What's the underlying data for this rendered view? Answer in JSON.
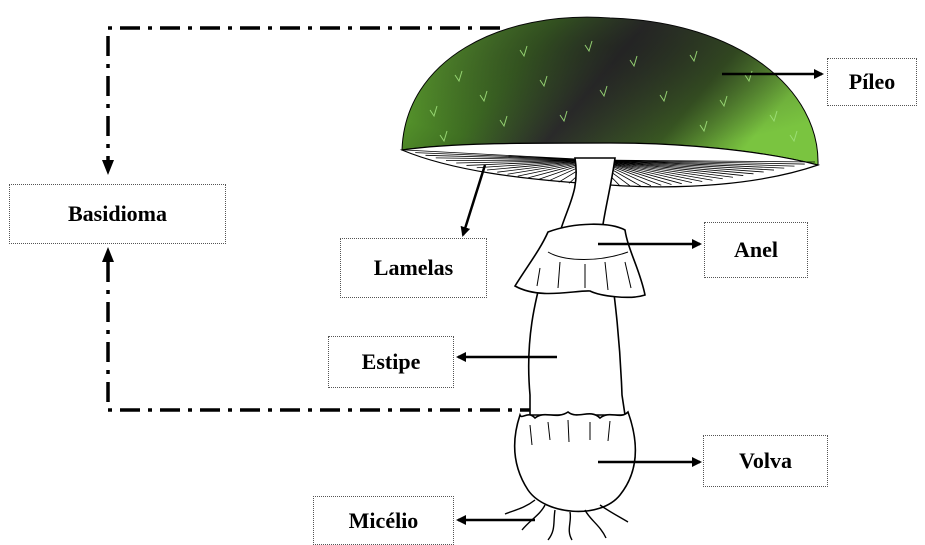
{
  "diagram": {
    "labels": {
      "basidioma": "Basidioma",
      "pileo": "Píleo",
      "lamelas": "Lamelas",
      "anel": "Anel",
      "estipe": "Estipe",
      "volva": "Volva",
      "micelio": "Micélio"
    },
    "colors": {
      "cap_green": "#5aa42a",
      "cap_dark": "#2a2a2a",
      "line": "#000000",
      "stem_fill": "#ffffff"
    }
  }
}
